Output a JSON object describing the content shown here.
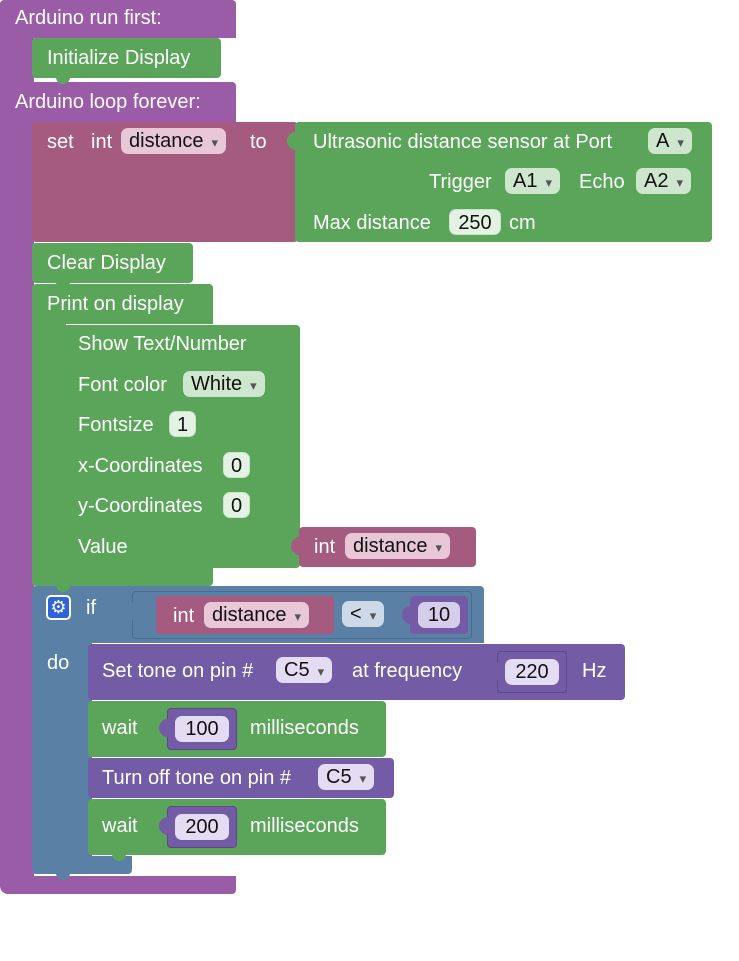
{
  "colors": {
    "purple": "#9a5ca6",
    "green": "#5ba55b",
    "maroon": "#a55b80",
    "blue": "#5b80a5",
    "violet": "#745ba5",
    "field_green": "#cde6cd",
    "field_maroon": "#e8c7d7",
    "field_purple": "#d6cdea",
    "field_violet": "#e4dcf2"
  },
  "run_first": {
    "label": "Arduino run first:",
    "initialize": "Initialize Display"
  },
  "loop": {
    "label": "Arduino loop forever:"
  },
  "set_block": {
    "set": "set",
    "type": "int",
    "variable": "distance",
    "to": "to"
  },
  "ultrasonic": {
    "label": "Ultrasonic distance sensor at Port",
    "port": "A",
    "trigger_label": "Trigger",
    "trigger": "A1",
    "echo_label": "Echo",
    "echo": "A2",
    "max_label": "Max distance",
    "max": "250",
    "unit": "cm"
  },
  "clear_display": "Clear Display",
  "print_display": "Print on display",
  "show_text": {
    "title": "Show Text/Number",
    "font_color_label": "Font color",
    "font_color": "White",
    "fontsize_label": "Fontsize",
    "fontsize": "1",
    "x_label": "x-Coordinates",
    "x": "0",
    "y_label": "y-Coordinates",
    "y": "0",
    "value_label": "Value",
    "value_type": "int",
    "value_var": "distance"
  },
  "if_block": {
    "if": "if",
    "do": "do",
    "var_type": "int",
    "var": "distance",
    "operator": "<",
    "compare_value": "10"
  },
  "tone": {
    "label": "Set tone on pin #",
    "pin": "C5",
    "freq_label": "at frequency",
    "freq": "220",
    "unit": "Hz"
  },
  "wait1": {
    "label": "wait",
    "value": "100",
    "unit": "milliseconds"
  },
  "tone_off": {
    "label": "Turn off tone on pin #",
    "pin": "C5"
  },
  "wait2": {
    "label": "wait",
    "value": "200",
    "unit": "milliseconds"
  }
}
